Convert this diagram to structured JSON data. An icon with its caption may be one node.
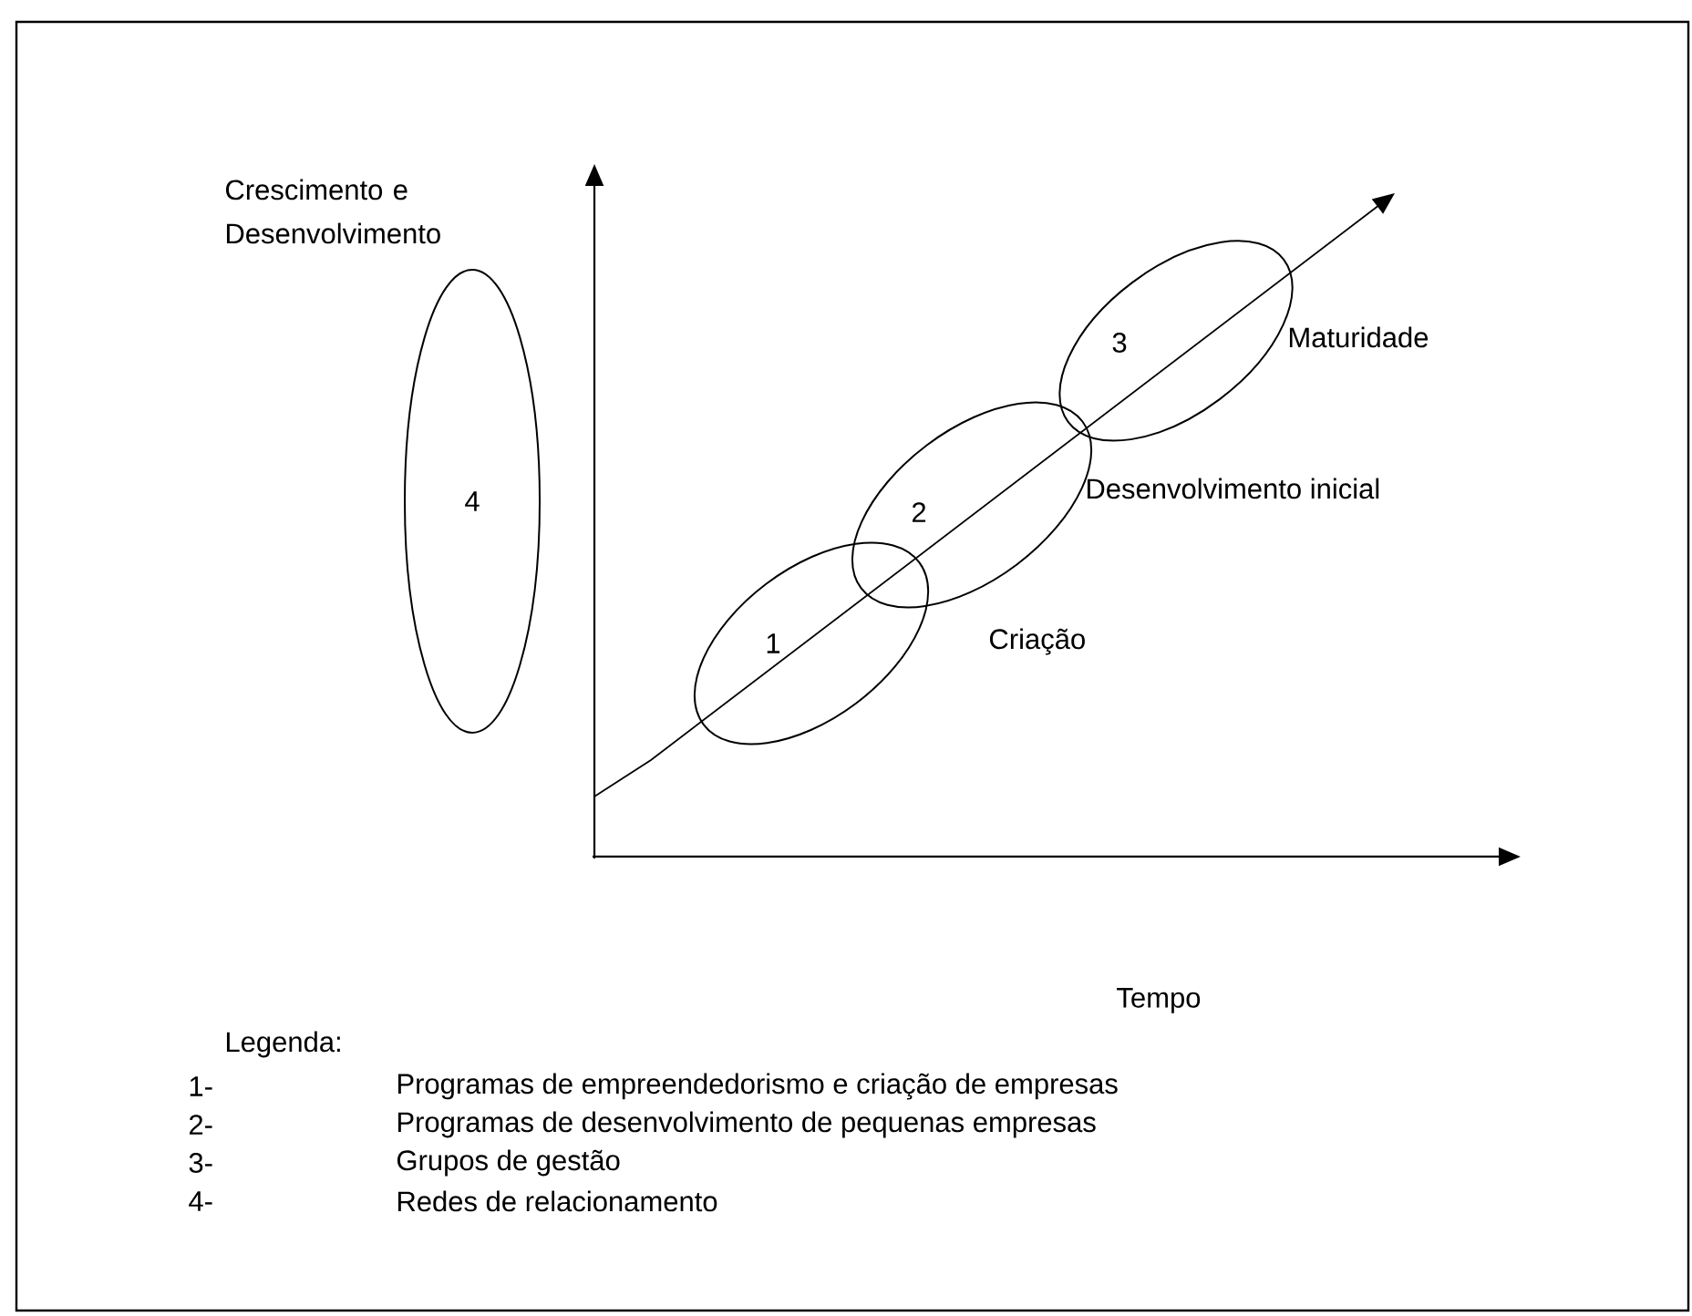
{
  "diagram": {
    "nodes": [
      {
        "text": [
          "1"
        ]
      },
      {
        "text": [
          "2"
        ]
      },
      {
        "text": [
          "3"
        ]
      },
      {
        "text": [
          "4"
        ]
      }
    ],
    "labels": [
      "Crescimento e Desenvolvimento",
      "Maturidade",
      "Desenvolvimento inicial",
      "Criação",
      "Tempo",
      "Legenda:",
      "1-",
      "Programas de empreendedorismo e criação de empresas",
      "2-",
      "Programas de desenvolvimento de pequenas empresas",
      "3-",
      "Grupos de gestão",
      "4-",
      "Redes de relacionamento"
    ]
  }
}
